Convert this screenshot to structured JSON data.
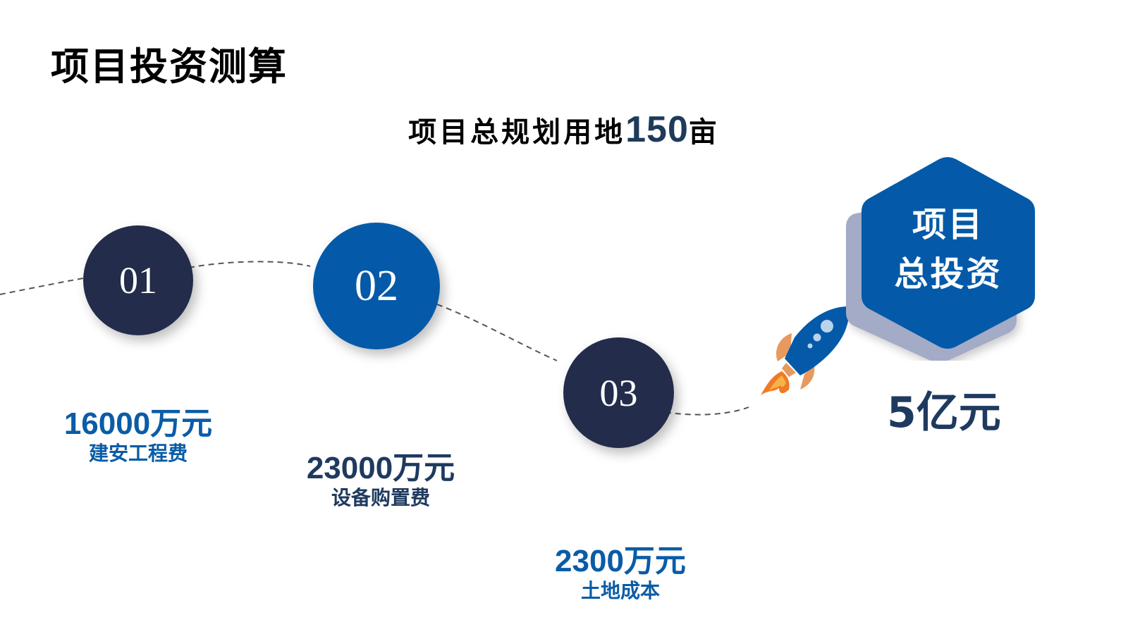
{
  "title": "项目投资测算",
  "subtitle": {
    "prefix": "项目总规划用地",
    "number": "150",
    "unit": "亩"
  },
  "steps": [
    {
      "index": "01",
      "amount": "16000万元",
      "label": "建安工程费",
      "color": "#232c4a",
      "text_color": "#0a5ca6"
    },
    {
      "index": "02",
      "amount": "23000万元",
      "label": "设备购置费",
      "color": "#045aa8",
      "text_color": "#1f3a5f"
    },
    {
      "index": "03",
      "amount": "2300万元",
      "label": "土地成本",
      "color": "#232c4a",
      "text_color": "#0a5ca6"
    }
  ],
  "total": {
    "line1": "项目",
    "line2": "总投资",
    "amount": "5亿元",
    "color": "#045aa8"
  },
  "icons": {
    "rocket": "rocket-icon"
  }
}
